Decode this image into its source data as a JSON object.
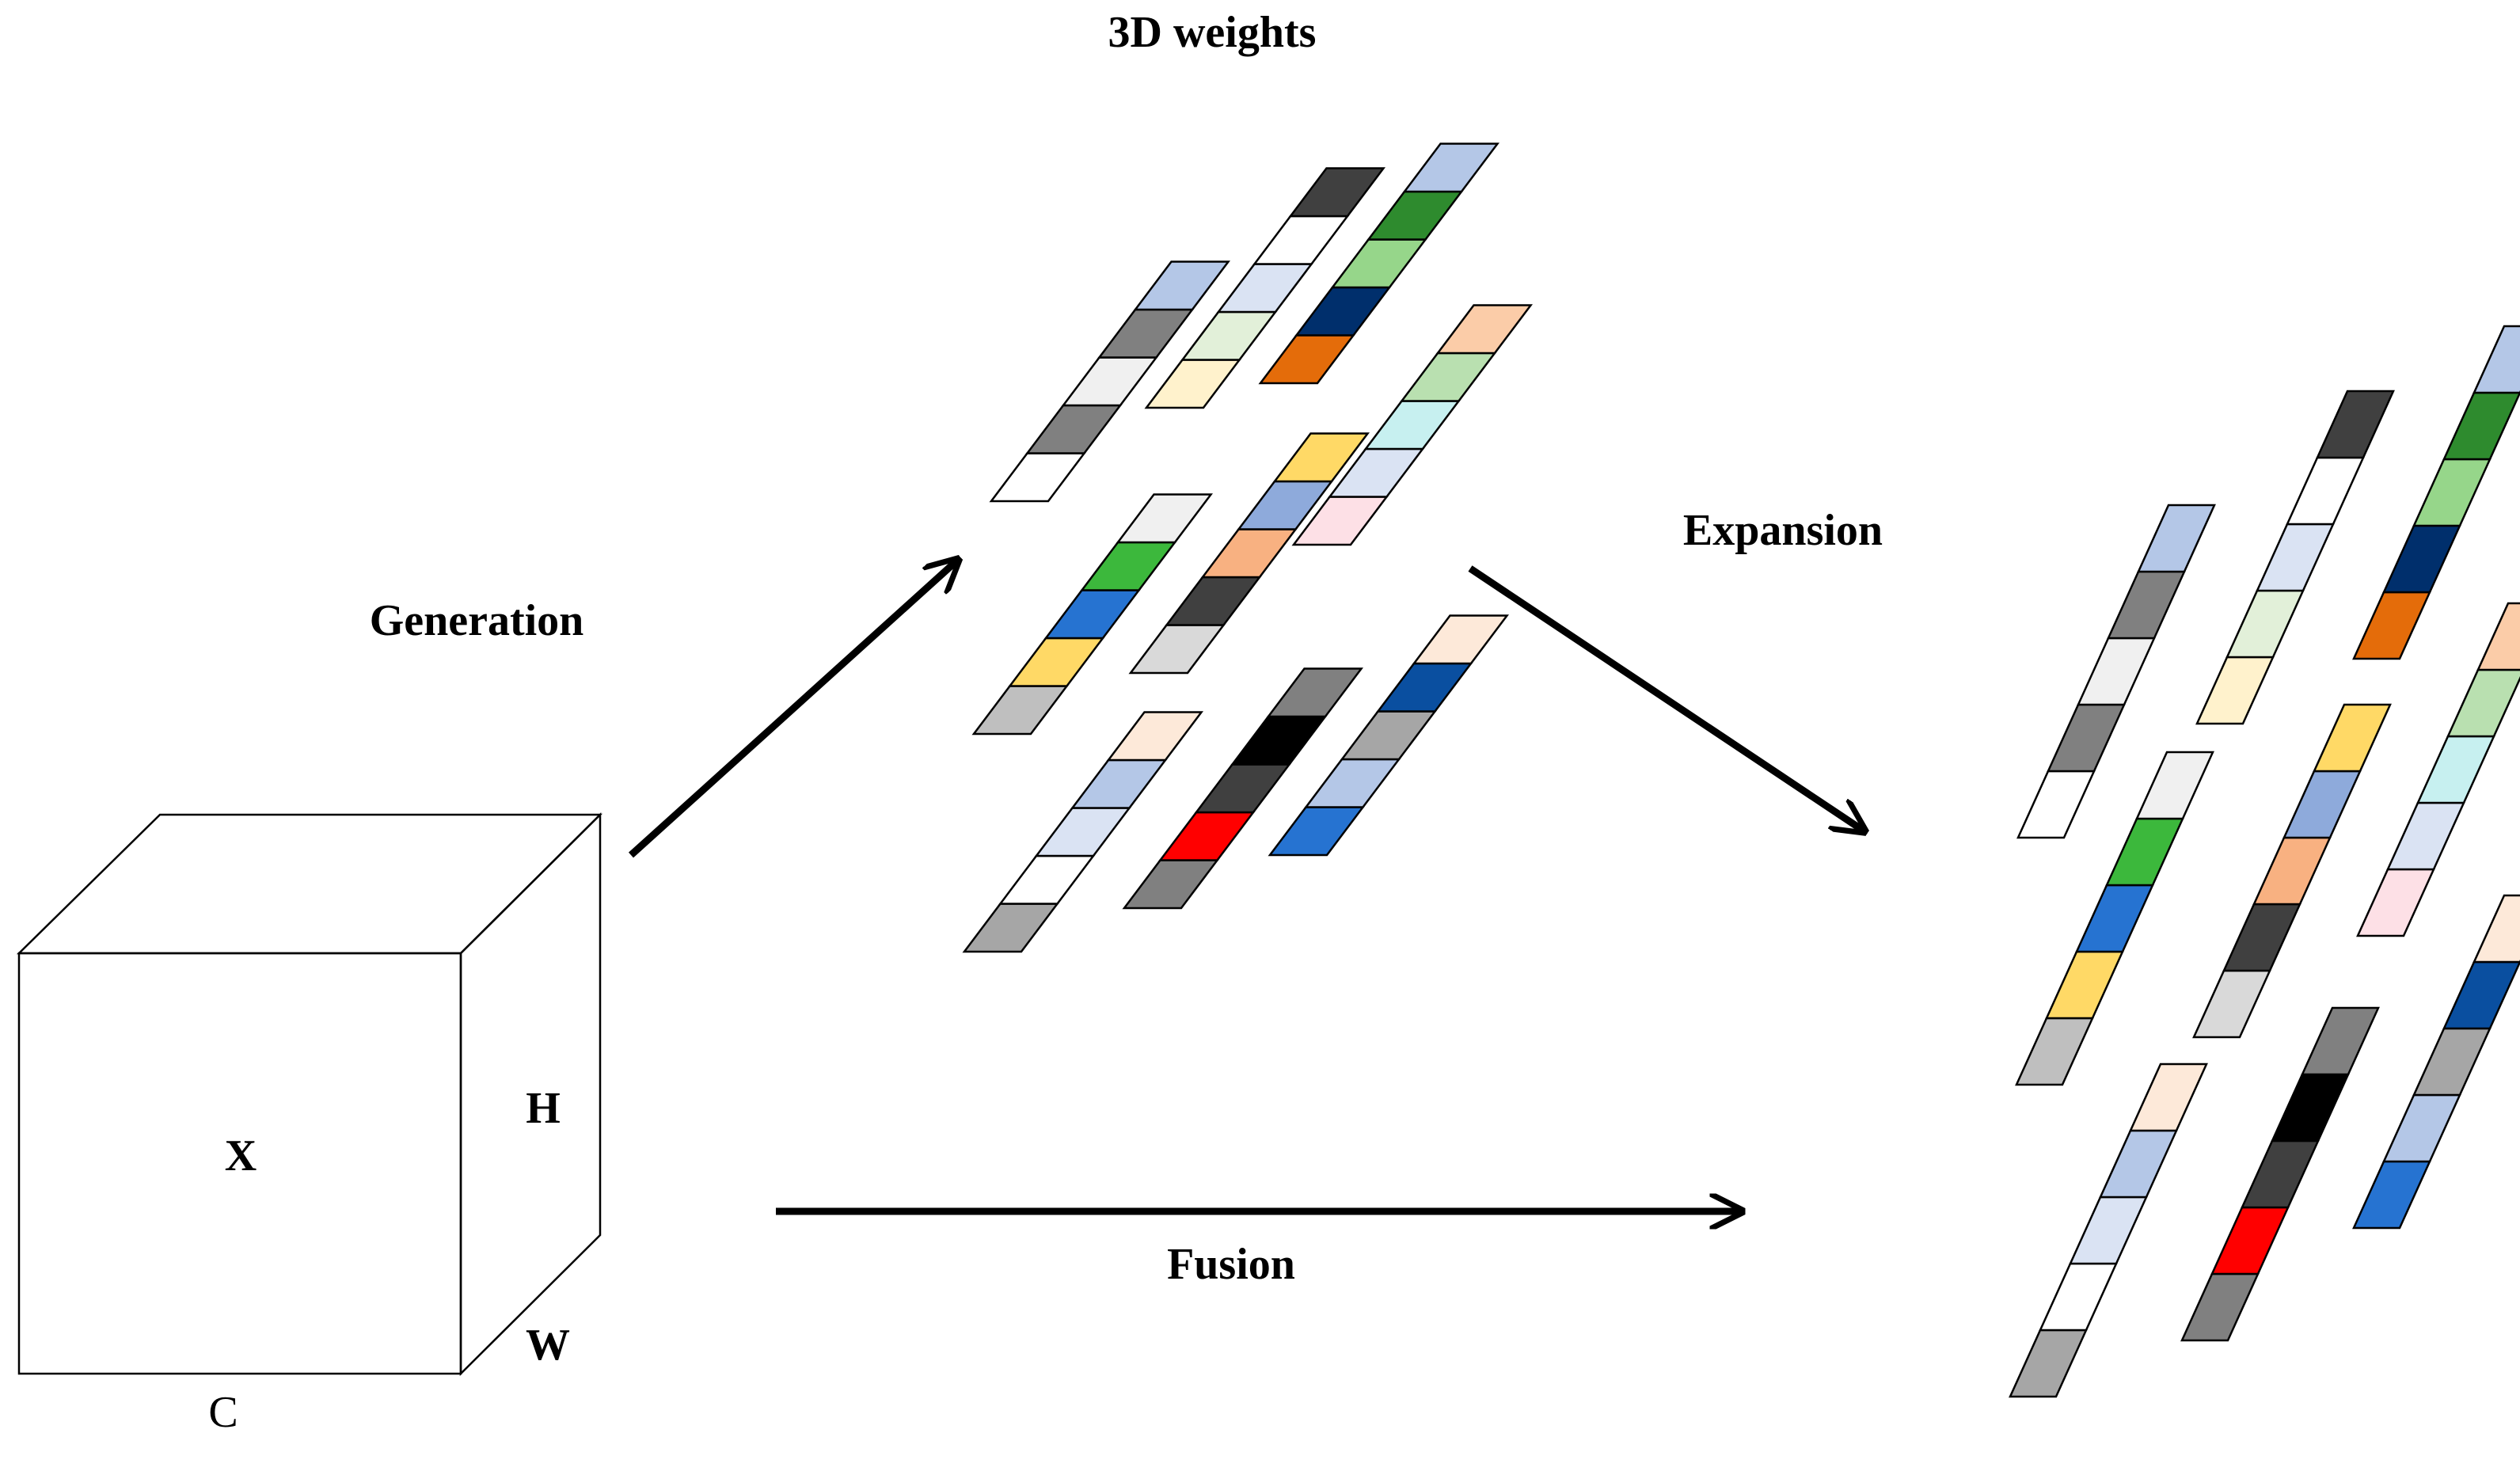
{
  "labels": {
    "weights_title": "3D weights",
    "generation": "Generation",
    "expansion": "Expansion",
    "fusion": "Fusion",
    "cube_x": "X",
    "cube_h": "H",
    "cube_w": "W",
    "cube_c": "C"
  },
  "weights": {
    "strips": [
      [
        "#ffffff",
        "#808080",
        "#f0f0f0",
        "#808080",
        "#b4c7e7"
      ],
      [
        "#fff2cc",
        "#e2f0d9",
        "#dae3f3",
        "#ffffff",
        "#404040"
      ],
      [
        "#e46c0a",
        "#002f6c",
        "#96d68a",
        "#2e8b2e",
        "#b4c7e7"
      ],
      [
        "#bfbfbf",
        "#ffd966",
        "#2673d1",
        "#3cb83c",
        "#f0f0f0"
      ],
      [
        "#d9d9d9",
        "#404040",
        "#f8b181",
        "#8eaadb",
        "#ffd966"
      ],
      [
        "#fde0e6",
        "#dae3f3",
        "#c7f0f0",
        "#b9e0b0",
        "#fbcca8"
      ],
      [
        "#a6a6a6",
        "#ffffff",
        "#dae3f3",
        "#b4c7e7",
        "#fde9d9"
      ],
      [
        "#808080",
        "#ff0000",
        "#404040",
        "#000000",
        "#808080"
      ],
      [
        "#2673d1",
        "#b4c7e7",
        "#a6a6a6",
        "#0a4fa0",
        "#fde9d9"
      ]
    ]
  }
}
